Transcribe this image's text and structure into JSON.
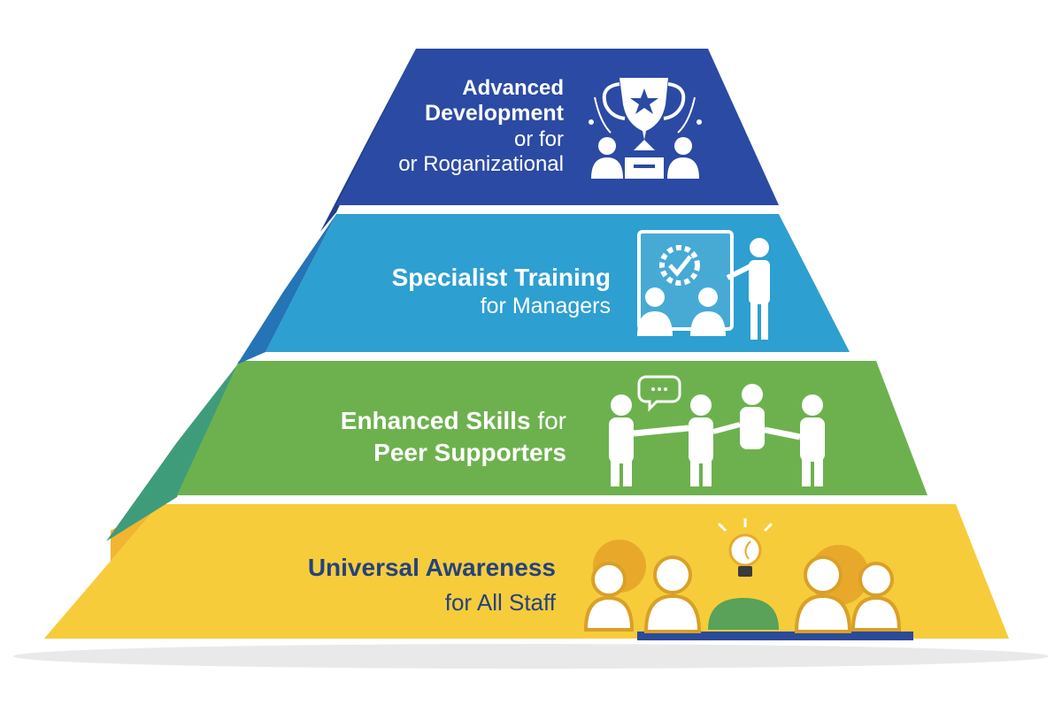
{
  "diagram": {
    "type": "pyramid",
    "tiers": [
      {
        "id": "advanced",
        "lines": [
          "Advanced",
          "Development",
          "or for",
          "or Roganizational"
        ],
        "color_main": "#2b4aa3",
        "color_side": "#233d8c",
        "text_color": "#ffffff",
        "icon": "trophy-team-icon"
      },
      {
        "id": "specialist",
        "lines": [
          "Specialist Training",
          "for Managers"
        ],
        "color_main": "#2d9fd0",
        "color_side": "#2574b6",
        "text_color": "#ffffff",
        "icon": "trainer-presentation-icon"
      },
      {
        "id": "enhanced",
        "lines": [
          "Enhanced Skills",
          "for",
          "Peer Supporters"
        ],
        "color_main": "#6db14e",
        "color_side": "#3f9c7b",
        "text_color": "#ffffff",
        "icon": "peer-group-icon"
      },
      {
        "id": "universal",
        "lines": [
          "Universal Awareness",
          "for All Staff"
        ],
        "color_main": "#f6cc3a",
        "color_side": "#f1b531",
        "text_color": "#24427f",
        "icon": "staff-lightbulb-icon"
      }
    ]
  }
}
